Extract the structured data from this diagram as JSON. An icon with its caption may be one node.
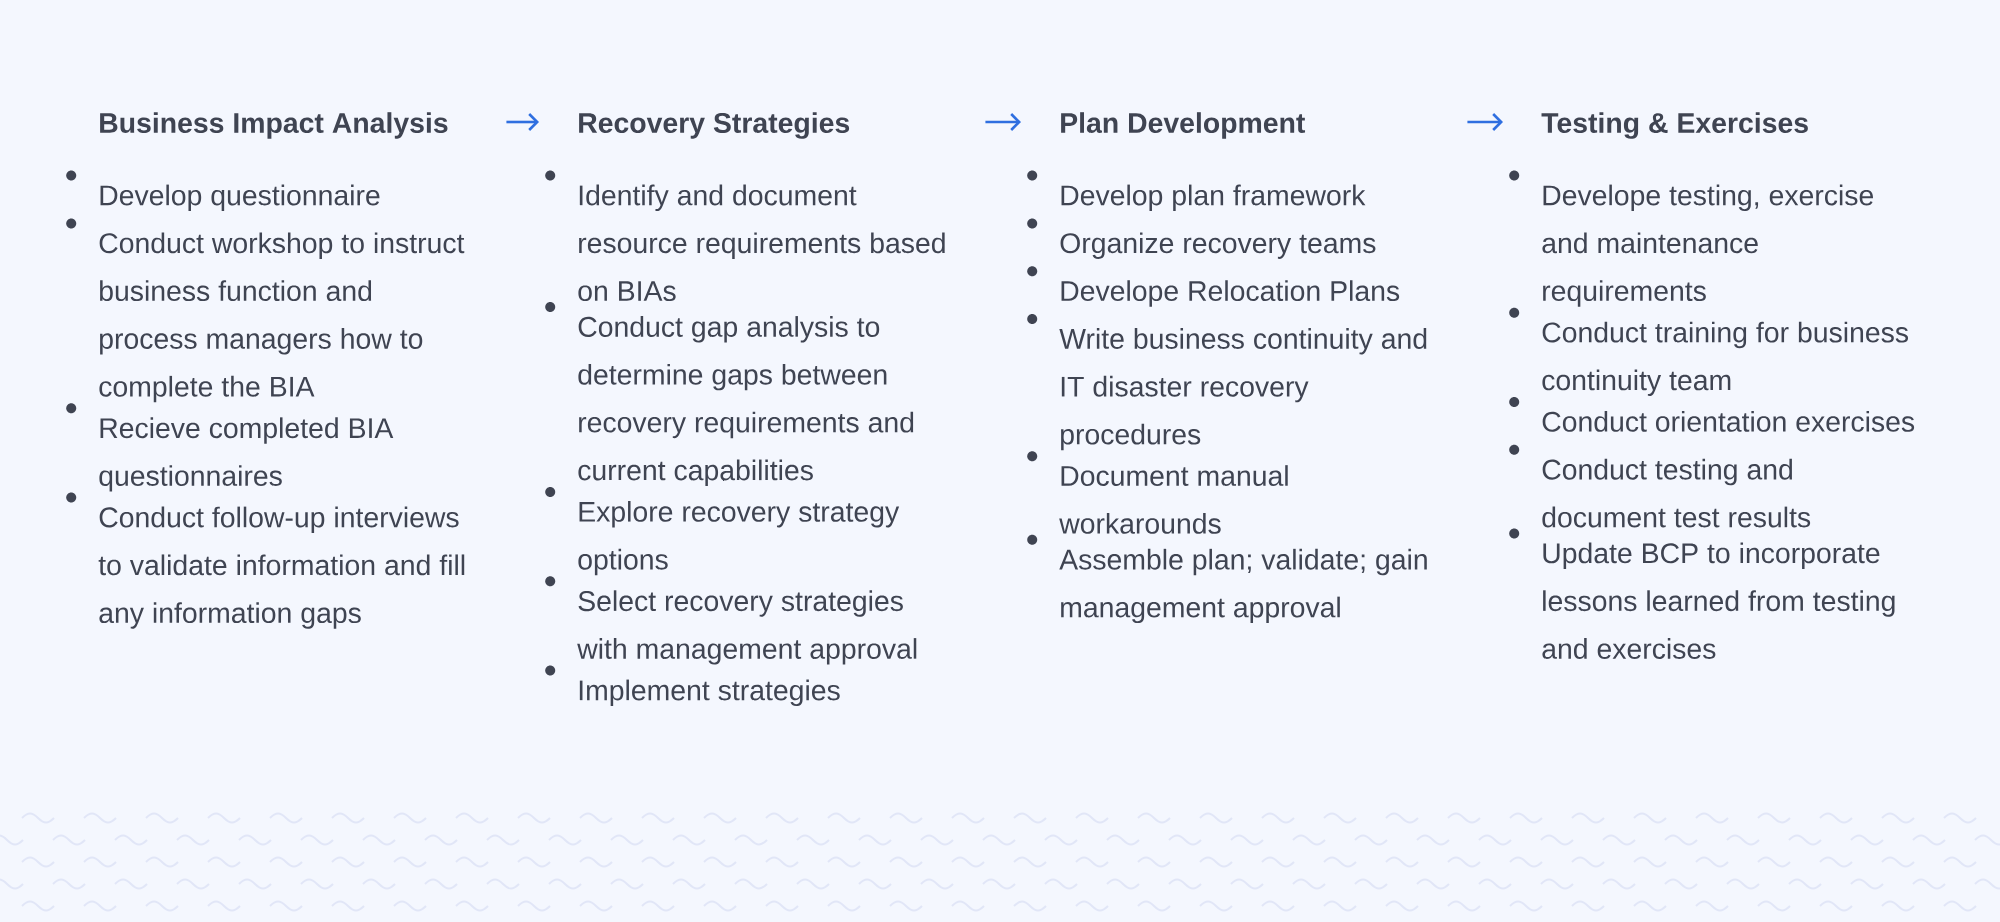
{
  "diagram": {
    "nodes": [
      {
        "text": [
          "Business Impact Analysis",
          "Develop questionnaire",
          "Conduct workshop to instruct business function and process managers how to complete the BIA",
          "Recieve completed BIA questionnaires",
          "Conduct follow-up interviews to validate information and fill any information gaps"
        ]
      },
      {
        "text": [
          "Recovery Strategies",
          "Identify and document resource requirements based on BIAs",
          "Conduct gap analysis to determine gaps between recovery requirements and current capabilities",
          "Explore recovery strategy options",
          "Select recovery strategies with management approval",
          "Implement strategies"
        ]
      },
      {
        "text": [
          "Plan Development",
          "Develop plan framework",
          "Organize recovery teams",
          "Develope Relocation Plans",
          "Write business continuity and IT disaster recovery procedures",
          "Document manual workarounds",
          "Assemble plan; validate; gain management approval"
        ]
      },
      {
        "text": [
          "Testing & Exercises",
          "Develope testing, exercise and maintenance requirements",
          "Conduct training for business continuity team",
          "Conduct orientation exercises",
          "Conduct testing and document test results",
          "Update BCP to incorporate lessons learned from testing and exercises"
        ]
      }
    ],
    "edges": [
      {
        "from": 0,
        "to": 1,
        "arrow": "to"
      },
      {
        "from": 1,
        "to": 2,
        "arrow": "to"
      },
      {
        "from": 2,
        "to": 3,
        "arrow": "to"
      }
    ]
  }
}
